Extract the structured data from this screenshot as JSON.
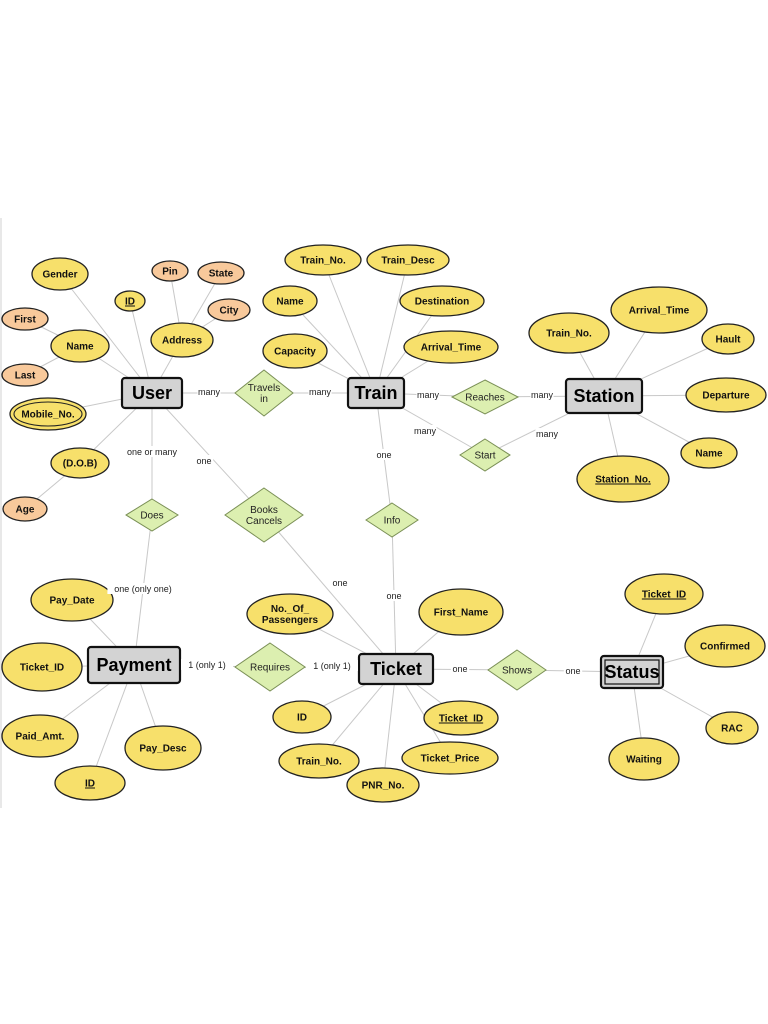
{
  "entities": [
    {
      "id": "user",
      "label": "User"
    },
    {
      "id": "train",
      "label": "Train"
    },
    {
      "id": "station",
      "label": "Station"
    },
    {
      "id": "payment",
      "label": "Payment"
    },
    {
      "id": "ticket",
      "label": "Ticket"
    },
    {
      "id": "status",
      "label": "Status",
      "weak": true
    }
  ],
  "relationships": [
    {
      "id": "travels",
      "lines": [
        "Travels",
        "in"
      ],
      "between": [
        "user",
        "train"
      ]
    },
    {
      "id": "reaches",
      "lines": [
        "Reaches"
      ],
      "between": [
        "train",
        "station"
      ]
    },
    {
      "id": "start",
      "lines": [
        "Start"
      ],
      "between": [
        "train",
        "station"
      ]
    },
    {
      "id": "does",
      "lines": [
        "Does"
      ],
      "between": [
        "user",
        "payment"
      ]
    },
    {
      "id": "books",
      "lines": [
        "Books",
        "Cancels"
      ],
      "between": [
        "user",
        "ticket"
      ]
    },
    {
      "id": "info",
      "lines": [
        "Info"
      ],
      "between": [
        "train",
        "ticket"
      ]
    },
    {
      "id": "requires",
      "lines": [
        "Requires"
      ],
      "between": [
        "payment",
        "ticket"
      ]
    },
    {
      "id": "shows",
      "lines": [
        "Shows"
      ],
      "between": [
        "ticket",
        "status"
      ]
    }
  ],
  "attributes": [
    {
      "id": "user-gender",
      "label": "Gender",
      "of": "user"
    },
    {
      "id": "user-id",
      "label": "ID",
      "of": "user",
      "key": true
    },
    {
      "id": "user-address",
      "label": "Address",
      "of": "user"
    },
    {
      "id": "user-pin",
      "label": "Pin",
      "of": "user-address",
      "sub": true
    },
    {
      "id": "user-state",
      "label": "State",
      "of": "user-address",
      "sub": true
    },
    {
      "id": "user-city",
      "label": "City",
      "of": "user-address",
      "sub": true
    },
    {
      "id": "user-name",
      "label": "Name",
      "of": "user"
    },
    {
      "id": "user-first",
      "label": "First",
      "of": "user-name",
      "sub": true
    },
    {
      "id": "user-last",
      "label": "Last",
      "of": "user-name",
      "sub": true
    },
    {
      "id": "user-mobile",
      "label": "Mobile_No.",
      "of": "user",
      "multivalued": true
    },
    {
      "id": "user-dob",
      "label": "(D.O.B)",
      "of": "user"
    },
    {
      "id": "user-age",
      "label": "Age",
      "of": "user-dob",
      "sub": true
    },
    {
      "id": "train-no",
      "label": "Train_No.",
      "of": "train"
    },
    {
      "id": "train-desc",
      "label": "Train_Desc",
      "of": "train"
    },
    {
      "id": "train-name",
      "label": "Name",
      "of": "train"
    },
    {
      "id": "train-destination",
      "label": "Destination",
      "of": "train"
    },
    {
      "id": "train-capacity",
      "label": "Capacity",
      "of": "train"
    },
    {
      "id": "train-arrival",
      "label": "Arrival_Time",
      "of": "train"
    },
    {
      "id": "station-train-no",
      "label": "Train_No.",
      "of": "station"
    },
    {
      "id": "station-arrival",
      "label": "Arrival_Time",
      "of": "station"
    },
    {
      "id": "station-hault",
      "label": "Hault",
      "of": "station"
    },
    {
      "id": "station-departure",
      "label": "Departure",
      "of": "station"
    },
    {
      "id": "station-name",
      "label": "Name",
      "of": "station"
    },
    {
      "id": "station-no",
      "label": "Station_No.",
      "of": "station",
      "key": true
    },
    {
      "id": "pay-date",
      "label": "Pay_Date",
      "of": "payment"
    },
    {
      "id": "pay-ticket-id",
      "label": "Ticket_ID",
      "of": "payment"
    },
    {
      "id": "pay-paid-amt",
      "label": "Paid_Amt.",
      "of": "payment"
    },
    {
      "id": "pay-desc",
      "label": "Pay_Desc",
      "of": "payment"
    },
    {
      "id": "pay-id",
      "label": "ID",
      "of": "payment",
      "key": true
    },
    {
      "id": "ticket-passengers",
      "label": "No._Of_Passengers",
      "lines": [
        "No._Of_",
        "Passengers"
      ],
      "of": "ticket"
    },
    {
      "id": "ticket-first-name",
      "label": "First_Name",
      "of": "ticket"
    },
    {
      "id": "ticket-id-attr",
      "label": "ID",
      "of": "ticket"
    },
    {
      "id": "ticket-ticket-id",
      "label": "Ticket_ID",
      "of": "ticket",
      "key": true
    },
    {
      "id": "ticket-train-no",
      "label": "Train_No.",
      "of": "ticket"
    },
    {
      "id": "ticket-price",
      "label": "Ticket_Price",
      "of": "ticket"
    },
    {
      "id": "ticket-pnr",
      "label": "PNR_No.",
      "of": "ticket"
    },
    {
      "id": "status-ticket-id",
      "label": "Ticket_ID",
      "of": "status",
      "key": true
    },
    {
      "id": "status-confirmed",
      "label": "Confirmed",
      "of": "status"
    },
    {
      "id": "status-rac",
      "label": "RAC",
      "of": "status"
    },
    {
      "id": "status-waiting",
      "label": "Waiting",
      "of": "status"
    }
  ],
  "cardinalities": [
    {
      "id": "c1",
      "text": "many",
      "on": "user-travels"
    },
    {
      "id": "c2",
      "text": "many",
      "on": "travels-train"
    },
    {
      "id": "c3",
      "text": "many",
      "on": "train-reaches"
    },
    {
      "id": "c4",
      "text": "many",
      "on": "reaches-station"
    },
    {
      "id": "c5",
      "text": "many",
      "on": "train-start"
    },
    {
      "id": "c6",
      "text": "many",
      "on": "start-station"
    },
    {
      "id": "c7",
      "text": "one or many",
      "on": "user-does"
    },
    {
      "id": "c8",
      "text": "one",
      "on": "user-books"
    },
    {
      "id": "c9",
      "text": "one",
      "on": "train-info"
    },
    {
      "id": "c10",
      "text": "one (only one)",
      "on": "does-payment"
    },
    {
      "id": "c11",
      "text": "one",
      "on": "books-ticket"
    },
    {
      "id": "c12",
      "text": "one",
      "on": "info-ticket"
    },
    {
      "id": "c13",
      "text": "1 (only 1)",
      "on": "payment-requires"
    },
    {
      "id": "c14",
      "text": "1 (only 1)",
      "on": "requires-ticket"
    },
    {
      "id": "c15",
      "text": "one",
      "on": "ticket-shows"
    },
    {
      "id": "c16",
      "text": "one",
      "on": "shows-status"
    }
  ]
}
